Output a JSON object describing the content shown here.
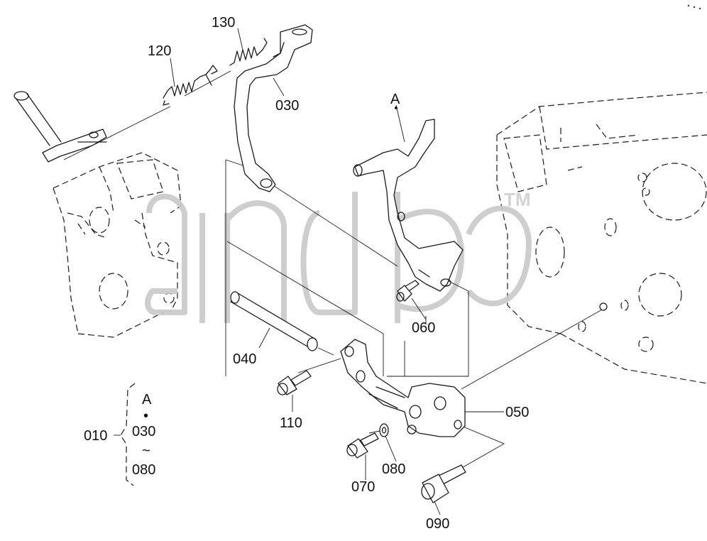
{
  "labels": {
    "p010": "010",
    "p030": "030",
    "p040": "040",
    "p050": "050",
    "p060": "060",
    "p070": "070",
    "p080": "080",
    "p090": "090",
    "p110": "110",
    "p120": "120",
    "p130": "130",
    "ref_a": "A"
  },
  "legend": {
    "ref": "A",
    "dot": "•",
    "from": "030",
    "tilde": "~",
    "to": "080",
    "assembly": "010"
  },
  "watermark": {
    "tm": "TM"
  },
  "colors": {
    "line": "#1a1a1a",
    "watermark": "#c9c9c9",
    "background": "#ffffff"
  }
}
